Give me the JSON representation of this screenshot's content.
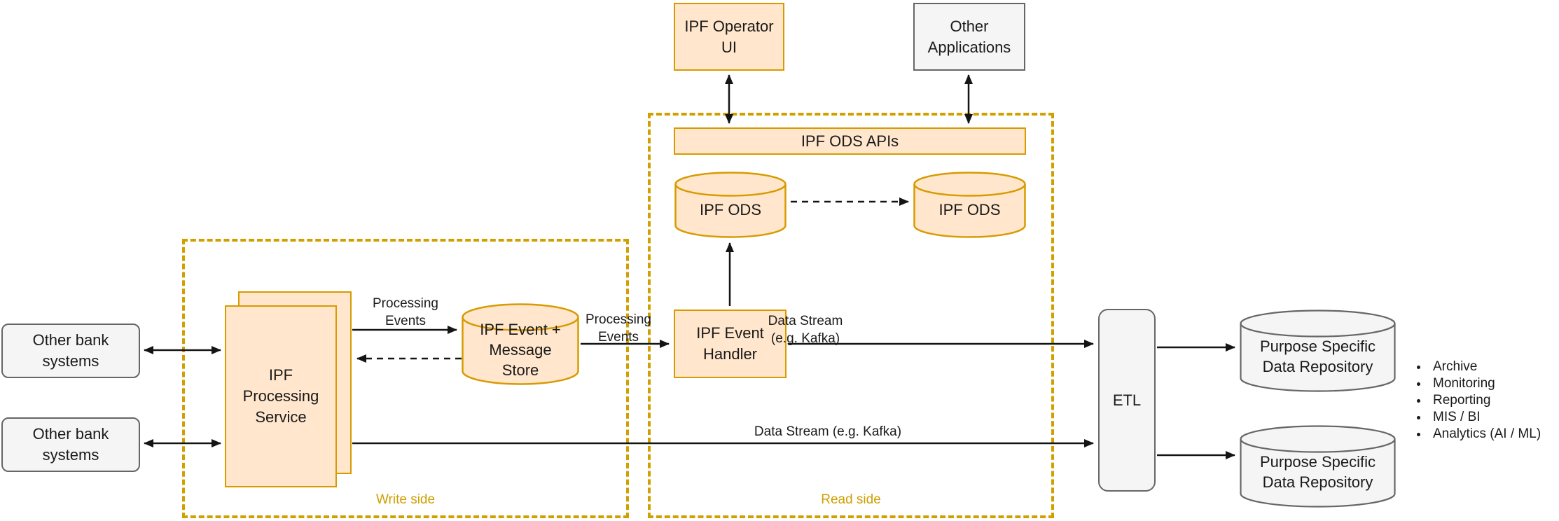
{
  "zones": {
    "write": {
      "label": "Write side"
    },
    "read": {
      "label": "Read side"
    }
  },
  "nodes": {
    "other_bank_top": {
      "label": "Other bank\nsystems"
    },
    "other_bank_bottom": {
      "label": "Other bank\nsystems"
    },
    "ipf_processing_service": {
      "label": "IPF\nProcessing\nService"
    },
    "ipf_event_message_store": {
      "label": "IPF Event +\nMessage\nStore"
    },
    "ipf_operator_ui": {
      "label": "IPF Operator\nUI"
    },
    "other_applications": {
      "label": "Other\nApplications"
    },
    "ipf_ods_apis": {
      "label": "IPF ODS APIs"
    },
    "ipf_ods_left": {
      "label": "IPF ODS"
    },
    "ipf_ods_right": {
      "label": "IPF ODS"
    },
    "ipf_event_handler": {
      "label": "IPF Event\nHandler"
    },
    "etl": {
      "label": "ETL"
    },
    "repo_top": {
      "label": "Purpose Specific\nData Repository"
    },
    "repo_bottom": {
      "label": "Purpose Specific\nData Repository"
    }
  },
  "edge_labels": {
    "processing_events_left": "Processing\nEvents",
    "processing_events_right": "Processing\nEvents",
    "data_stream_top": "Data Stream\n(e.g. Kafka)",
    "data_stream_bottom": "Data Stream (e.g. Kafka)"
  },
  "bullets": [
    "Archive",
    "Monitoring",
    "Reporting",
    "MIS / BI",
    "Analytics (AI / ML)"
  ],
  "colors": {
    "orange_fill": "#FFE6CC",
    "orange_stroke": "#D79B00",
    "gray_fill": "#F5F5F5",
    "gray_stroke": "#666666",
    "zone_gold": "#D09E00",
    "line_black": "#141414",
    "text": "#1A1A1A"
  }
}
